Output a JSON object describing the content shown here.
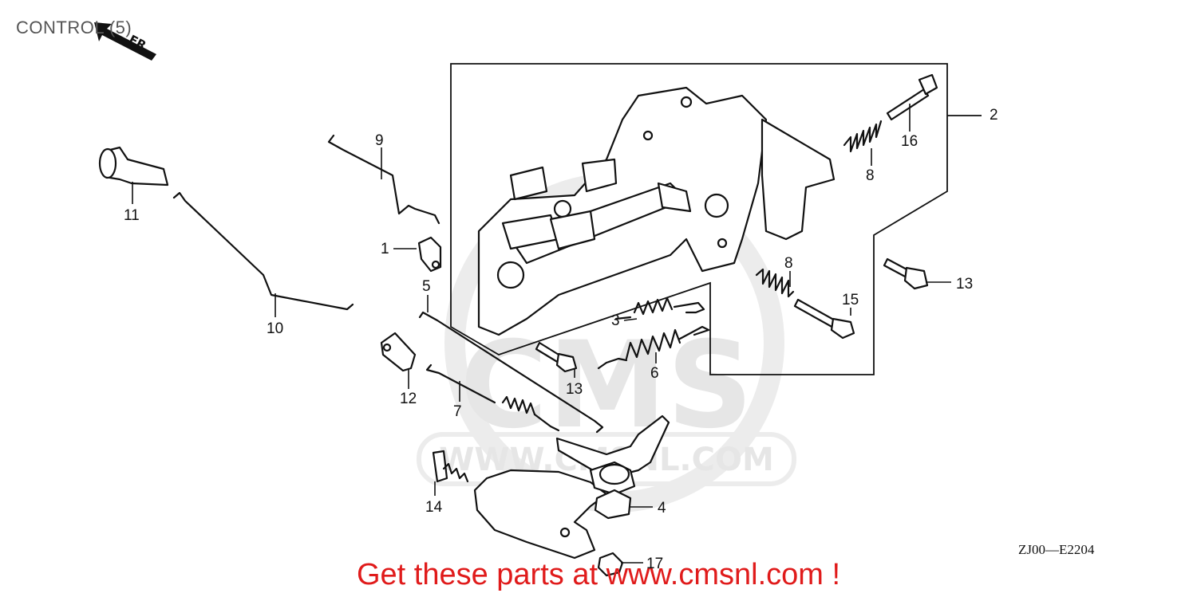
{
  "title": "CONTROL (5)",
  "direction_arrow": "FR.",
  "drawing_code": "ZJ00—E2204",
  "watermark": {
    "logo_text": "CMS",
    "site_text": "WWW.CMSNL.COM"
  },
  "promo_text": "Get these parts at www.cmsnl.com !",
  "colors": {
    "promo": "#e01b1b",
    "line_art": "#111111",
    "watermark": "#e6e6e6"
  },
  "callouts": [
    {
      "id": "c1",
      "label": "1"
    },
    {
      "id": "c2",
      "label": "2"
    },
    {
      "id": "c3",
      "label": "3"
    },
    {
      "id": "c4",
      "label": "4"
    },
    {
      "id": "c5",
      "label": "5"
    },
    {
      "id": "c6",
      "label": "6"
    },
    {
      "id": "c7",
      "label": "7"
    },
    {
      "id": "c8a",
      "label": "8"
    },
    {
      "id": "c8b",
      "label": "8"
    },
    {
      "id": "c9",
      "label": "9"
    },
    {
      "id": "c10",
      "label": "10"
    },
    {
      "id": "c11",
      "label": "11"
    },
    {
      "id": "c12",
      "label": "12"
    },
    {
      "id": "c13a",
      "label": "13"
    },
    {
      "id": "c13b",
      "label": "13"
    },
    {
      "id": "c14",
      "label": "14"
    },
    {
      "id": "c15",
      "label": "15"
    },
    {
      "id": "c16",
      "label": "16"
    },
    {
      "id": "c17",
      "label": "17"
    }
  ]
}
